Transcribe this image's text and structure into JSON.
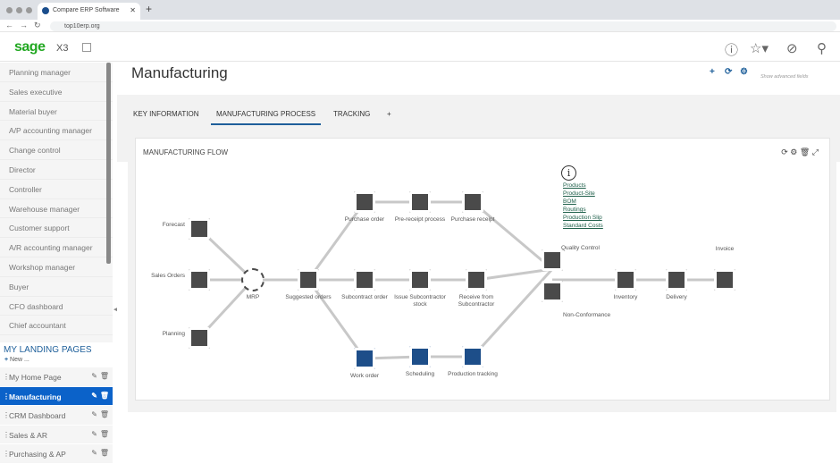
{
  "browser": {
    "tab_title": "Compare ERP Software",
    "url": "top10erp.org"
  },
  "app": {
    "logo": "sage",
    "product": "X3"
  },
  "sidebar": {
    "items": [
      "Planning manager",
      "Sales executive",
      "Material buyer",
      "A/P accounting manager",
      "Change control",
      "Director",
      "Controller",
      "Warehouse manager",
      "Customer support",
      "A/R accounting manager",
      "Workshop manager",
      "Buyer",
      "CFO dashboard",
      "Chief accountant"
    ]
  },
  "landing": {
    "title": "MY LANDING PAGES",
    "new_label": "New ...",
    "items": [
      "My Home Page",
      "Manufacturing",
      "CRM Dashboard",
      "Sales & AR",
      "Purchasing & AP"
    ],
    "active": "Manufacturing"
  },
  "page": {
    "title": "Manufacturing",
    "advanced": "Show advanced fields"
  },
  "tabs": [
    "KEY INFORMATION",
    "MANUFACTURING PROCESS",
    "TRACKING",
    "+"
  ],
  "flow": {
    "title": "MANUFACTURING FLOW",
    "nodes": {
      "forecast": "Forecast",
      "sales_orders": "Sales Orders",
      "planning": "Planning",
      "mrp": "MRP",
      "suggested": "Suggested orders",
      "purchase_order": "Purchase order",
      "pre_receipt": "Pre-receipt process",
      "purchase_receipt": "Purchase receipt",
      "subcontract_order": "Subcontract order",
      "issue_stock": "Issue Subcontractor stock",
      "receive_sub": "Receive from Subcontractor",
      "work_order": "Work order",
      "scheduling": "Scheduling",
      "production_tracking": "Production tracking",
      "quality_control": "Quality Control",
      "non_conformance": "Non-Conformance",
      "inventory": "Inventory",
      "delivery": "Delivery",
      "invoice": "Invoice"
    },
    "links": [
      "Products",
      "Product-Site",
      "BOM",
      "Routings",
      "Production Slip",
      "Standard Costs"
    ]
  },
  "colors": {
    "accent": "#0b62c9",
    "brand": "#22a822",
    "icon_dark": "#4a4a4a",
    "icon_blue": "#1d4e89"
  }
}
